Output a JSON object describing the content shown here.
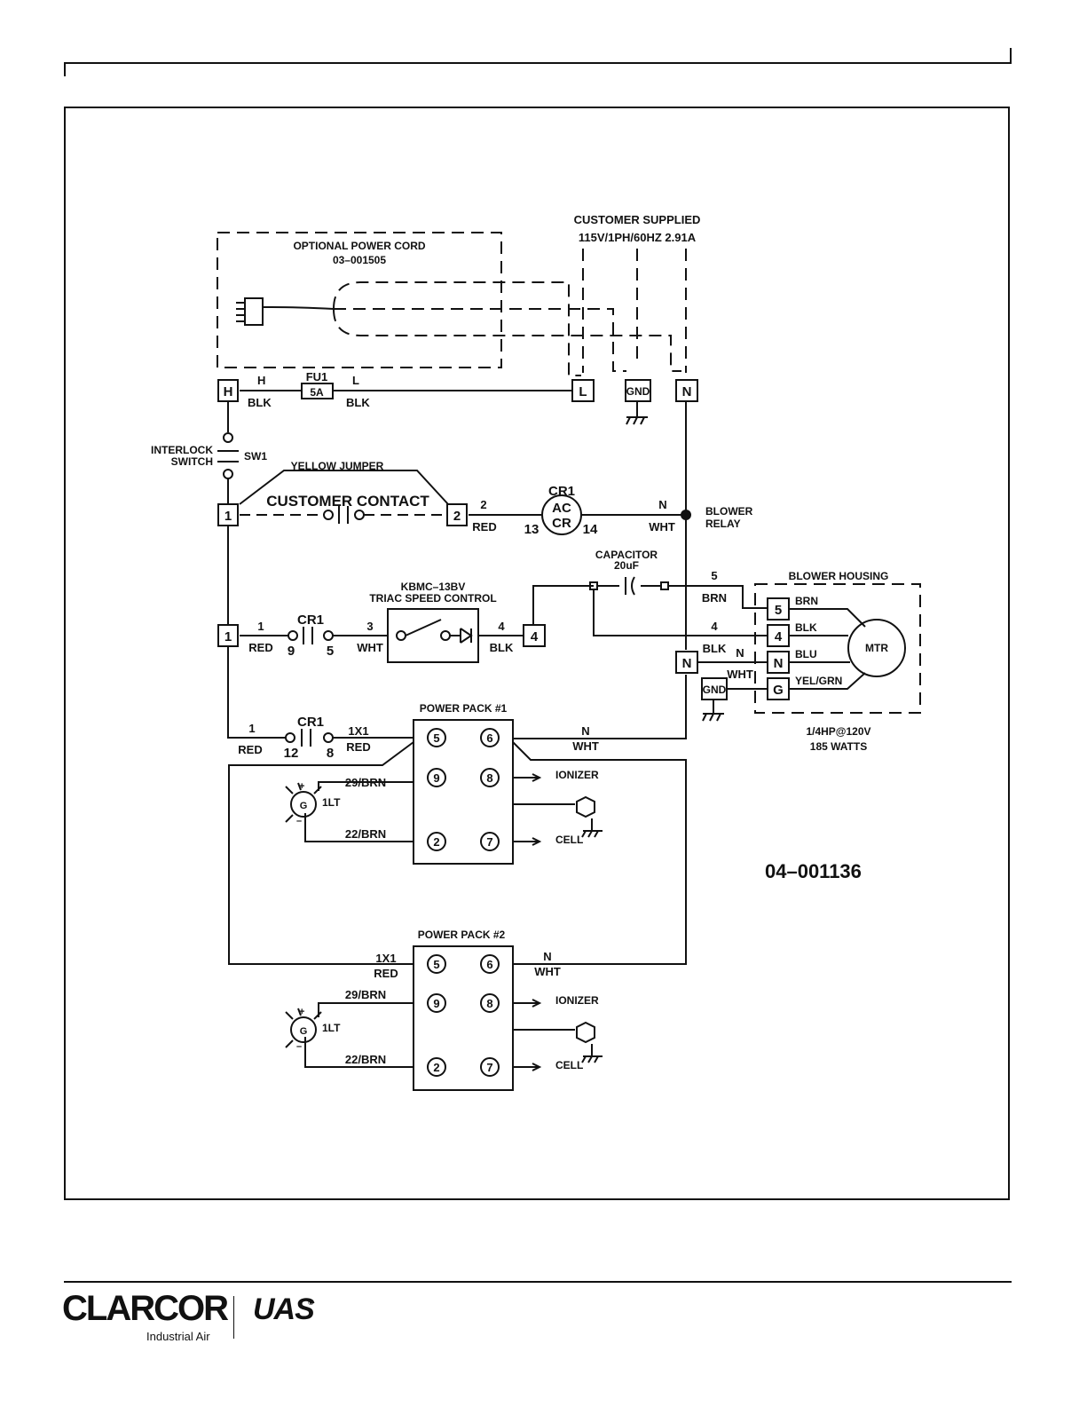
{
  "doc_number": "04–001136",
  "header": {
    "supply_line1": "CUSTOMER SUPPLIED",
    "supply_line2": "115V/1PH/60HZ 2.91A",
    "power_cord_line1": "OPTIONAL POWER CORD",
    "power_cord_line2": "03–001505"
  },
  "terminals": {
    "H": "H",
    "L": "L",
    "GND": "GND",
    "N": "N",
    "t1": "1",
    "t2": "2",
    "t4": "4",
    "t5": "5",
    "tG": "G"
  },
  "fuse": {
    "name": "FU1",
    "rating": "5A"
  },
  "labels": {
    "H_wire": "H",
    "L_wire": "L",
    "blk": "BLK",
    "red": "RED",
    "wht": "WHT",
    "brn": "BRN",
    "blu": "BLU",
    "yel_grn": "YEL/GRN",
    "interlock1": "INTERLOCK",
    "interlock2": "SWITCH",
    "sw1": "SW1",
    "yellow_jumper": "YELLOW JUMPER",
    "customer_contact": "CUSTOMER CONTACT",
    "cr1": "CR1",
    "ac": "AC",
    "cr": "CR",
    "n13": "13",
    "n14": "14",
    "n": "N",
    "blower_relay1": "BLOWER",
    "blower_relay2": "RELAY",
    "capacitor1": "CAPACITOR",
    "capacitor2": "20uF",
    "kbmc1": "KBMC–13BV",
    "kbmc2": "TRIAC SPEED CONTROL",
    "blower_housing": "BLOWER HOUSING",
    "mtr": "MTR",
    "hp": "1/4HP@120V",
    "watts": "185 WATTS",
    "power_pack1": "POWER PACK #1",
    "power_pack2": "POWER PACK #2",
    "ionizer": "IONIZER",
    "cell": "CELL",
    "lt": "1LT",
    "g": "G",
    "w29": "29/BRN",
    "w22": "22/BRN",
    "x1": "1X1",
    "n1": "1",
    "n2": "2",
    "n3": "3",
    "n4": "4",
    "n5": "5",
    "n9": "9",
    "n12": "12",
    "n8": "8",
    "pin5": "5",
    "pin6": "6",
    "pin9": "9",
    "pin8": "8",
    "pin2": "2",
    "pin7": "7",
    "plus": "+",
    "minus": "–"
  },
  "footer": {
    "brand": "CLARCOR",
    "brand_sub": "Industrial Air",
    "uas": "UAS",
    "reg": "®"
  }
}
